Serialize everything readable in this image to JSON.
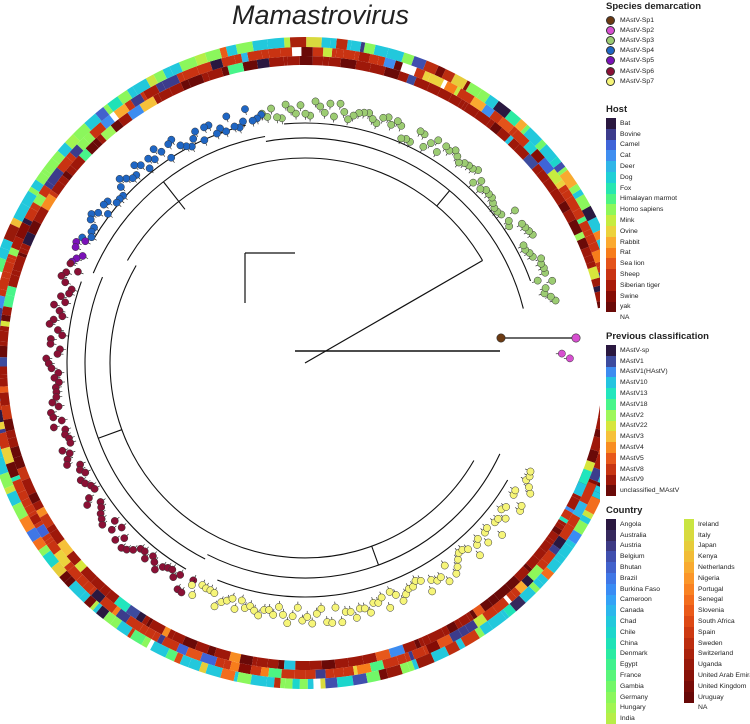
{
  "title": "Mamastrovirus",
  "legends": {
    "species": {
      "title": "Species demarcation",
      "items": [
        {
          "label": "MAstV-Sp1",
          "color": "#6b3a12"
        },
        {
          "label": "MAstV-Sp2",
          "color": "#d74fd0"
        },
        {
          "label": "MAstV-Sp3",
          "color": "#9ccc72"
        },
        {
          "label": "MAstV-Sp4",
          "color": "#1f66c4"
        },
        {
          "label": "MAstV-Sp5",
          "color": "#7b12b8"
        },
        {
          "label": "MAstV-Sp6",
          "color": "#8a1035"
        },
        {
          "label": "MAstV-Sp7",
          "color": "#f6f578"
        }
      ]
    },
    "host": {
      "title": "Host",
      "items": [
        {
          "label": "Bat",
          "color": "#2a1840"
        },
        {
          "label": "Bovine",
          "color": "#3c3c8c"
        },
        {
          "label": "Camel",
          "color": "#3f64d8"
        },
        {
          "label": "Cat",
          "color": "#3f8ef0"
        },
        {
          "label": "Deer",
          "color": "#2fb6e8"
        },
        {
          "label": "Dog",
          "color": "#1fd0d6"
        },
        {
          "label": "Fox",
          "color": "#27e6b0"
        },
        {
          "label": "Himalayan marmot",
          "color": "#4df483"
        },
        {
          "label": "Homo sapiens",
          "color": "#8ef75a"
        },
        {
          "label": "Mink",
          "color": "#c6ec40"
        },
        {
          "label": "Ovine",
          "color": "#ecd23c"
        },
        {
          "label": "Rabbit",
          "color": "#fbaa2f"
        },
        {
          "label": "Rat",
          "color": "#f77d1b"
        },
        {
          "label": "Sea lion",
          "color": "#e4531a"
        },
        {
          "label": "Sheep",
          "color": "#c93312"
        },
        {
          "label": "Siberian tiger",
          "color": "#a81b0a"
        },
        {
          "label": "Swine",
          "color": "#850c05"
        },
        {
          "label": "yak",
          "color": "#6a0a08"
        },
        {
          "label": "NA",
          "color": "#ffffff"
        }
      ]
    },
    "previous": {
      "title": "Previous classification",
      "items": [
        {
          "label": "MAstV-sp",
          "color": "#2a1840"
        },
        {
          "label": "MAstV1",
          "color": "#3d4b9e"
        },
        {
          "label": "MAstV1(HAstV)",
          "color": "#3d8cf0"
        },
        {
          "label": "MAstV10",
          "color": "#24c4e0"
        },
        {
          "label": "MAstV13",
          "color": "#22e6bd"
        },
        {
          "label": "MAstV18",
          "color": "#48f58a"
        },
        {
          "label": "MAstV2",
          "color": "#9ef75a"
        },
        {
          "label": "MAstV22",
          "color": "#d7e63c"
        },
        {
          "label": "MAstV3",
          "color": "#f6c13a"
        },
        {
          "label": "MAstV4",
          "color": "#f88d22"
        },
        {
          "label": "MAstV5",
          "color": "#e7581b"
        },
        {
          "label": "MAstV8",
          "color": "#c73512"
        },
        {
          "label": "MAstV9",
          "color": "#9e180a"
        },
        {
          "label": "unclassified_MAstV",
          "color": "#6a0a08"
        }
      ]
    },
    "country": {
      "title": "Country",
      "col1": [
        {
          "label": "Angola",
          "color": "#2a1840"
        },
        {
          "label": "Australia",
          "color": "#35285c"
        },
        {
          "label": "Austria",
          "color": "#3d3a84"
        },
        {
          "label": "Belgium",
          "color": "#404fae"
        },
        {
          "label": "Bhutan",
          "color": "#4262cc"
        },
        {
          "label": "Brazil",
          "color": "#4077e6"
        },
        {
          "label": "Burkina Faso",
          "color": "#3a8cf4"
        },
        {
          "label": "Cameroon",
          "color": "#34a2f6"
        },
        {
          "label": "Canada",
          "color": "#2cb6ec"
        },
        {
          "label": "Chad",
          "color": "#22c8dc"
        },
        {
          "label": "Chile",
          "color": "#1cd6cc"
        },
        {
          "label": "China",
          "color": "#1fe2b7"
        },
        {
          "label": "Denmark",
          "color": "#2aeba2"
        },
        {
          "label": "Egypt",
          "color": "#3ff18d"
        },
        {
          "label": "France",
          "color": "#58f57a"
        },
        {
          "label": "Gambia",
          "color": "#72f768"
        },
        {
          "label": "Germany",
          "color": "#8bf75c"
        },
        {
          "label": "Hungary",
          "color": "#a2f552"
        },
        {
          "label": "India",
          "color": "#b7ee48"
        }
      ],
      "col2": [
        {
          "label": "Ireland",
          "color": "#c9e542"
        },
        {
          "label": "Italy",
          "color": "#d8da3e"
        },
        {
          "label": "Japan",
          "color": "#e6cc3a"
        },
        {
          "label": "Kenya",
          "color": "#f1bc36"
        },
        {
          "label": "Netherlands",
          "color": "#f8aa30"
        },
        {
          "label": "Nigeria",
          "color": "#fb9629"
        },
        {
          "label": "Portugal",
          "color": "#f98222"
        },
        {
          "label": "Senegal",
          "color": "#f36d1d"
        },
        {
          "label": "Slovenia",
          "color": "#ea5a19"
        },
        {
          "label": "South Africa",
          "color": "#dd4915"
        },
        {
          "label": "Spain",
          "color": "#cd3a12"
        },
        {
          "label": "Sweden",
          "color": "#bc2d0f"
        },
        {
          "label": "Switzerland",
          "color": "#aa220c"
        },
        {
          "label": "Uganda",
          "color": "#98190a"
        },
        {
          "label": "United Arab Emirates",
          "color": "#871108"
        },
        {
          "label": "United Kingdom",
          "color": "#770b07"
        },
        {
          "label": "Uruguay",
          "color": "#670807"
        },
        {
          "label": "NA",
          "color": "#ffffff"
        }
      ]
    }
  }
}
